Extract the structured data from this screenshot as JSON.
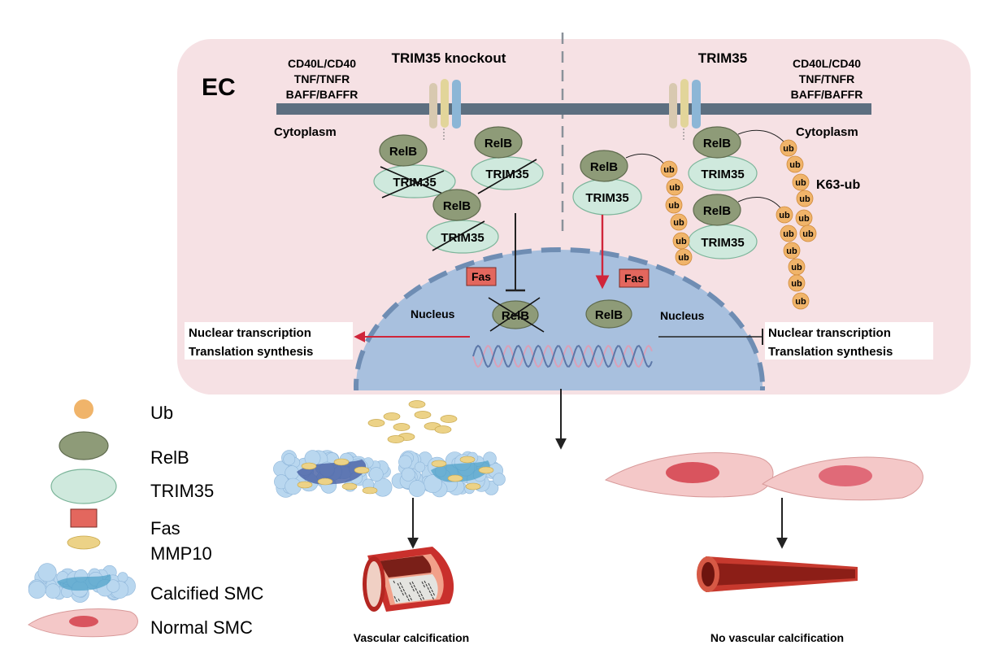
{
  "cell": {
    "label": "EC",
    "left_title": "TRIM35 knockout",
    "right_title": "TRIM35",
    "receptors_left": [
      "CD40L/CD40",
      "TNF/TNFR",
      "BAFF/BAFFR"
    ],
    "receptors_right": [
      "CD40L/CD40",
      "TNF/TNFR",
      "BAFF/BAFFR"
    ],
    "cytoplasm_left": "Cytoplasm",
    "cytoplasm_right": "Cytoplasm",
    "nucleus_left": "Nucleus",
    "nucleus_right": "Nucleus",
    "relb": "RelB",
    "trim35": "TRIM35",
    "ub": "ub",
    "k63": "K63-ub",
    "fas": "Fas",
    "transcription_left": [
      "Nuclear transcription",
      "Translation synthesis"
    ],
    "transcription_right": [
      "Nuclear transcription",
      "Translation synthesis"
    ]
  },
  "outcomes": {
    "left": "Vascular calcification",
    "right": "No vascular calcification"
  },
  "legend": [
    {
      "icon": "ub-icon",
      "label": "Ub"
    },
    {
      "icon": "relb-icon",
      "label": "RelB"
    },
    {
      "icon": "trim35-icon",
      "label": "TRIM35"
    },
    {
      "icon": "fas-icon",
      "label": "Fas"
    },
    {
      "icon": "mmp10-icon",
      "label": "MMP10"
    },
    {
      "icon": "calcified-smc-icon",
      "label": "Calcified SMC"
    },
    {
      "icon": "normal-smc-icon",
      "label": "Normal SMC"
    }
  ],
  "colors": {
    "cell_bg": "#f6e1e4",
    "membrane": "#5d6f80",
    "nucleus": "#a8c0de",
    "relb": "#8e9b78",
    "trim35": "#cfe9dd",
    "ub": "#f0b46a",
    "fas": "#e3675e",
    "arrow_red": "#d0253a"
  }
}
